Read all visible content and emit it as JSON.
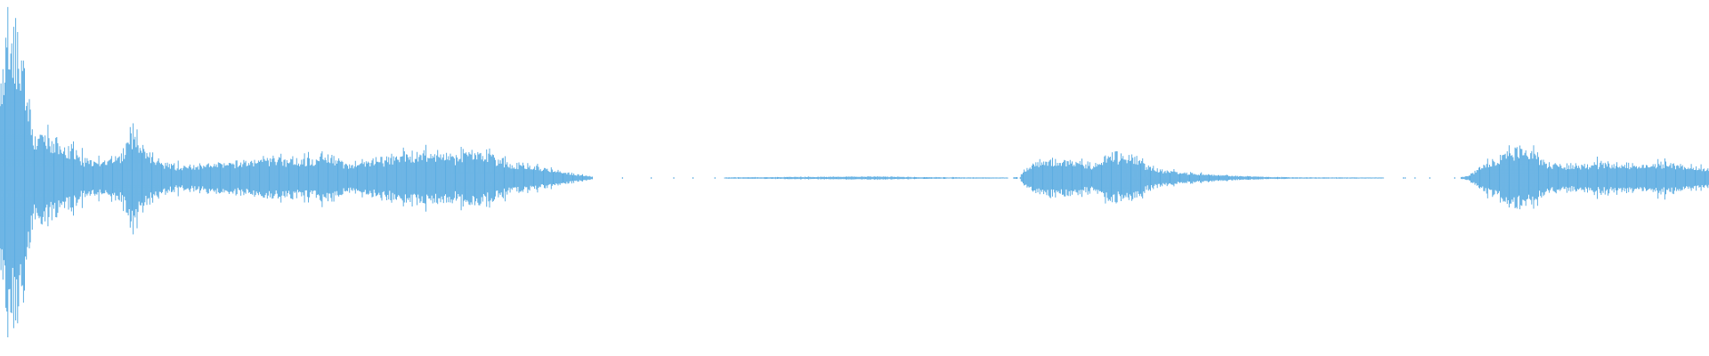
{
  "waveform": {
    "color": "#5dade2",
    "background": "#ffffff",
    "segments": [
      {
        "name": "segment-1",
        "start": 0.0,
        "end": 0.347,
        "envelope": [
          [
            0.0,
            0.7
          ],
          [
            0.004,
            0.9
          ],
          [
            0.008,
            0.95
          ],
          [
            0.012,
            0.86
          ],
          [
            0.016,
            0.55
          ],
          [
            0.02,
            0.28
          ],
          [
            0.03,
            0.25
          ],
          [
            0.04,
            0.21
          ],
          [
            0.05,
            0.12
          ],
          [
            0.06,
            0.12
          ],
          [
            0.07,
            0.14
          ],
          [
            0.078,
            0.33
          ],
          [
            0.085,
            0.2
          ],
          [
            0.095,
            0.1
          ],
          [
            0.105,
            0.08
          ],
          [
            0.12,
            0.09
          ],
          [
            0.14,
            0.11
          ],
          [
            0.16,
            0.13
          ],
          [
            0.18,
            0.12
          ],
          [
            0.195,
            0.15
          ],
          [
            0.205,
            0.07
          ],
          [
            0.22,
            0.12
          ],
          [
            0.24,
            0.16
          ],
          [
            0.255,
            0.17
          ],
          [
            0.265,
            0.14
          ],
          [
            0.275,
            0.18
          ],
          [
            0.285,
            0.16
          ],
          [
            0.3,
            0.09
          ],
          [
            0.31,
            0.09
          ],
          [
            0.32,
            0.06
          ],
          [
            0.335,
            0.03
          ],
          [
            0.347,
            0.01
          ]
        ]
      },
      {
        "name": "segment-2",
        "start": 0.424,
        "end": 0.59,
        "envelope": [
          [
            0.424,
            0.004
          ],
          [
            0.45,
            0.006
          ],
          [
            0.48,
            0.008
          ],
          [
            0.51,
            0.01
          ],
          [
            0.54,
            0.006
          ],
          [
            0.57,
            0.004
          ],
          [
            0.59,
            0.003
          ]
        ]
      },
      {
        "name": "segment-3",
        "start": 0.597,
        "end": 0.81,
        "envelope": [
          [
            0.597,
            0.01
          ],
          [
            0.6,
            0.07
          ],
          [
            0.61,
            0.11
          ],
          [
            0.62,
            0.12
          ],
          [
            0.63,
            0.1
          ],
          [
            0.64,
            0.09
          ],
          [
            0.648,
            0.15
          ],
          [
            0.66,
            0.16
          ],
          [
            0.67,
            0.09
          ],
          [
            0.68,
            0.05
          ],
          [
            0.7,
            0.03
          ],
          [
            0.72,
            0.015
          ],
          [
            0.74,
            0.008
          ],
          [
            0.76,
            0.004
          ],
          [
            0.79,
            0.004
          ],
          [
            0.81,
            0.003
          ]
        ]
      },
      {
        "name": "segment-4",
        "start": 0.855,
        "end": 1.0,
        "envelope": [
          [
            0.855,
            0.006
          ],
          [
            0.858,
            0.01
          ],
          [
            0.865,
            0.06
          ],
          [
            0.875,
            0.13
          ],
          [
            0.885,
            0.2
          ],
          [
            0.895,
            0.18
          ],
          [
            0.905,
            0.1
          ],
          [
            0.92,
            0.09
          ],
          [
            0.94,
            0.1
          ],
          [
            0.96,
            0.09
          ],
          [
            0.975,
            0.1
          ],
          [
            0.99,
            0.08
          ],
          [
            1.0,
            0.06
          ]
        ]
      }
    ]
  }
}
